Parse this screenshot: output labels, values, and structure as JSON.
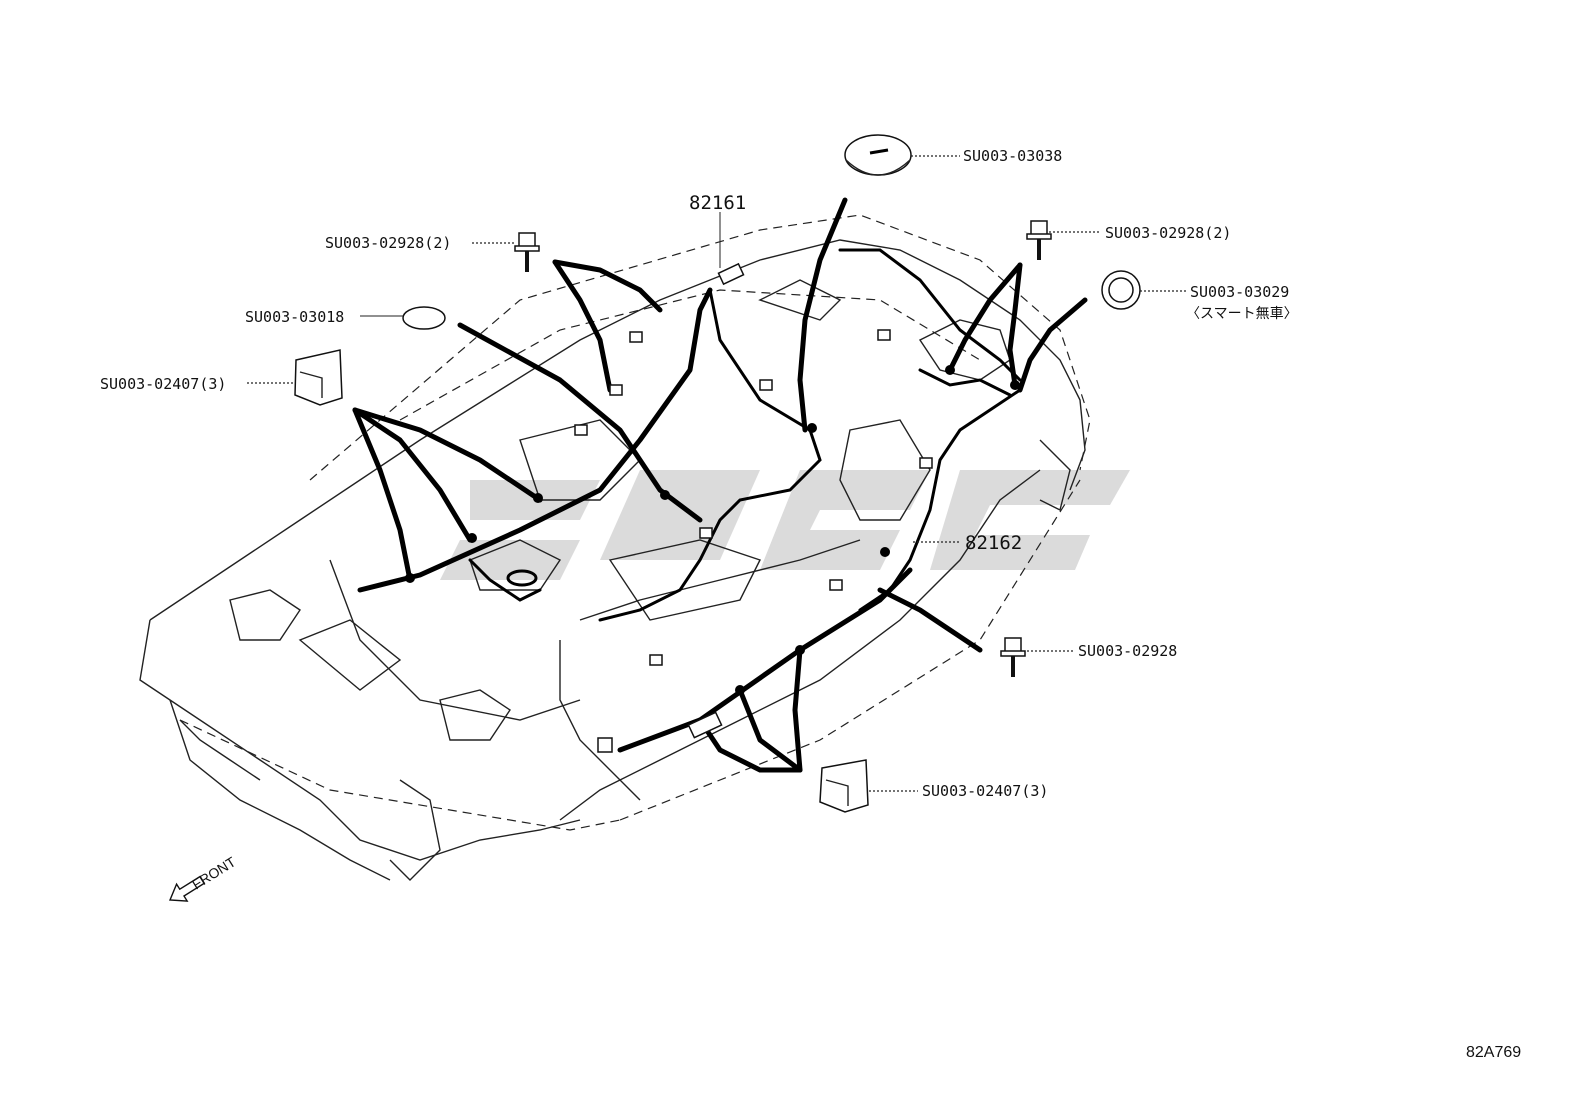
{
  "labels": {
    "part_82161": "82161",
    "part_82162": "82162",
    "su_03038": "SU003-03038",
    "su_02928_2_left": "SU003-02928(2)",
    "su_02928_2_right": "SU003-02928(2)",
    "su_03018": "SU003-03018",
    "su_03029": "SU003-03029",
    "su_03029_note": "〈スマート無車〉",
    "su_02407_3_left": "SU003-02407(3)",
    "su_02928": "SU003-02928",
    "su_02407_3_bottom": "SU003-02407(3)"
  },
  "front_indicator": "FRONT",
  "diagram_code": "82A769",
  "colors": {
    "line": "#111111",
    "background": "#ffffff",
    "watermark": "#cfcfcf"
  }
}
